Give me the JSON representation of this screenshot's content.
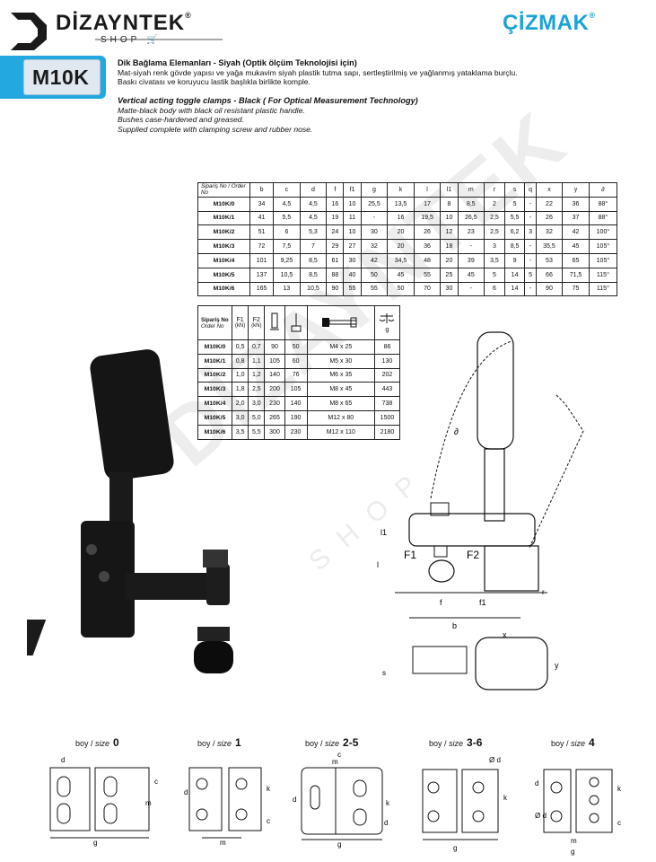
{
  "brand": {
    "name": "DİZAYNTEK",
    "reg": "®",
    "sub": "SHOP"
  },
  "partner": {
    "name": "ÇİZMAK",
    "reg": "®"
  },
  "product": {
    "code": "M10K"
  },
  "description_tr": {
    "title": "Dik Bağlama Elemanları - Siyah (Optik ölçüm Teknolojisi için)",
    "line1": "Mat-siyah renk gövde yapısı ve yağa mukavim siyah plastik tutma sapı, sertleştirilmiş ve yağlanmış yataklama burçlu.",
    "line2": "Baskı civatası ve koruyucu lastik başlıkla birlikte komple."
  },
  "description_en": {
    "title": "Vertical acting toggle clamps - Black ( For Optical Measurement Technology)",
    "line1": "Matte-black body with black oil resistant plastic handle.",
    "line2": "Bushes case-hardened and greased.",
    "line3": "Supplied complete with clamping screw and  rubber nose."
  },
  "table1": {
    "header_label": "Sipariş No / Order No",
    "columns": [
      "b",
      "c",
      "d",
      "f",
      "f1",
      "g",
      "k",
      "l",
      "l1",
      "m",
      "r",
      "s",
      "q",
      "x",
      "y",
      "∂"
    ],
    "rows": [
      [
        "M10K/0",
        "34",
        "4,5",
        "4,5",
        "16",
        "10",
        "25,5",
        "13,5",
        "17",
        "8",
        "8,5",
        "2",
        "5",
        "-",
        "22",
        "36",
        "88°"
      ],
      [
        "M10K/1",
        "41",
        "5,5",
        "4,5",
        "19",
        "11",
        "-",
        "16",
        "19,5",
        "10",
        "26,5",
        "2,5",
        "5,5",
        "-",
        "26",
        "37",
        "88°"
      ],
      [
        "M10K/2",
        "51",
        "6",
        "5,3",
        "24",
        "10",
        "30",
        "20",
        "26",
        "12",
        "23",
        "2,5",
        "6,2",
        "3",
        "32",
        "42",
        "100°"
      ],
      [
        "M10K/3",
        "72",
        "7,5",
        "7",
        "29",
        "27",
        "32",
        "20",
        "36",
        "18",
        "-",
        "3",
        "8,5",
        "-",
        "35,5",
        "45",
        "105°"
      ],
      [
        "M10K/4",
        "101",
        "9,25",
        "8,5",
        "61",
        "30",
        "42",
        "34,5",
        "48",
        "20",
        "39",
        "3,5",
        "9",
        "-",
        "53",
        "65",
        "105°"
      ],
      [
        "M10K/5",
        "137",
        "10,5",
        "8,5",
        "88",
        "40",
        "50",
        "45",
        "55",
        "25",
        "45",
        "5",
        "14",
        "5",
        "66",
        "71,5",
        "115°"
      ],
      [
        "M10K/6",
        "165",
        "13",
        "10,5",
        "90",
        "55",
        "55",
        "50",
        "70",
        "30",
        "-",
        "6",
        "14",
        "-",
        "90",
        "75",
        "115°"
      ]
    ]
  },
  "table2": {
    "header_label_tr": "Sipariş No",
    "header_label_en": "Order No",
    "col_f1": "F1",
    "col_f2": "F2",
    "col_f1_unit": "(kN)",
    "col_f2_unit": "(kN)",
    "col_weight_unit": "g",
    "rows": [
      [
        "M10K/0",
        "0,5",
        "0,7",
        "90",
        "50",
        "M4 x 25",
        "86"
      ],
      [
        "M10K/1",
        "0,8",
        "1,1",
        "105",
        "60",
        "M5 x 30",
        "130"
      ],
      [
        "M10K/2",
        "1,0",
        "1,2",
        "140",
        "76",
        "M6 x 35",
        "202"
      ],
      [
        "M10K/3",
        "1,8",
        "2,5",
        "200",
        "105",
        "M8 x 45",
        "443"
      ],
      [
        "M10K/4",
        "2,0",
        "3,0",
        "230",
        "140",
        "M8 x 65",
        "738"
      ],
      [
        "M10K/5",
        "3,0",
        "5,0",
        "265",
        "190",
        "M12 x 80",
        "1500"
      ],
      [
        "M10K/6",
        "3,5",
        "5,5",
        "300",
        "230",
        "M12 x 110",
        "2180"
      ]
    ]
  },
  "drawing_labels": {
    "angle": "∂",
    "l1": "l1",
    "l": "l",
    "F1": "F1",
    "F2": "F2",
    "f": "f",
    "f1": "f1",
    "b": "b",
    "r": "r",
    "x": "x",
    "y": "y",
    "s": "s"
  },
  "sizes": [
    {
      "prefix": "boy / ",
      "size_word": "size",
      "value": "0"
    },
    {
      "prefix": "boy / ",
      "size_word": "size",
      "value": "1"
    },
    {
      "prefix": "boy / ",
      "size_word": "size",
      "value": "2-5"
    },
    {
      "prefix": "boy / ",
      "size_word": "size",
      "value": "3-6"
    },
    {
      "prefix": "boy / ",
      "size_word": "size",
      "value": "4"
    }
  ],
  "size_dim_labels": {
    "d": "d",
    "c": "c",
    "k": "k",
    "m": "m",
    "g": "g",
    "dia_d": "Ø d"
  },
  "colors": {
    "accent_blue": "#23a8e0",
    "partner_blue": "#1aa3d6",
    "clamp_black": "#111111"
  }
}
